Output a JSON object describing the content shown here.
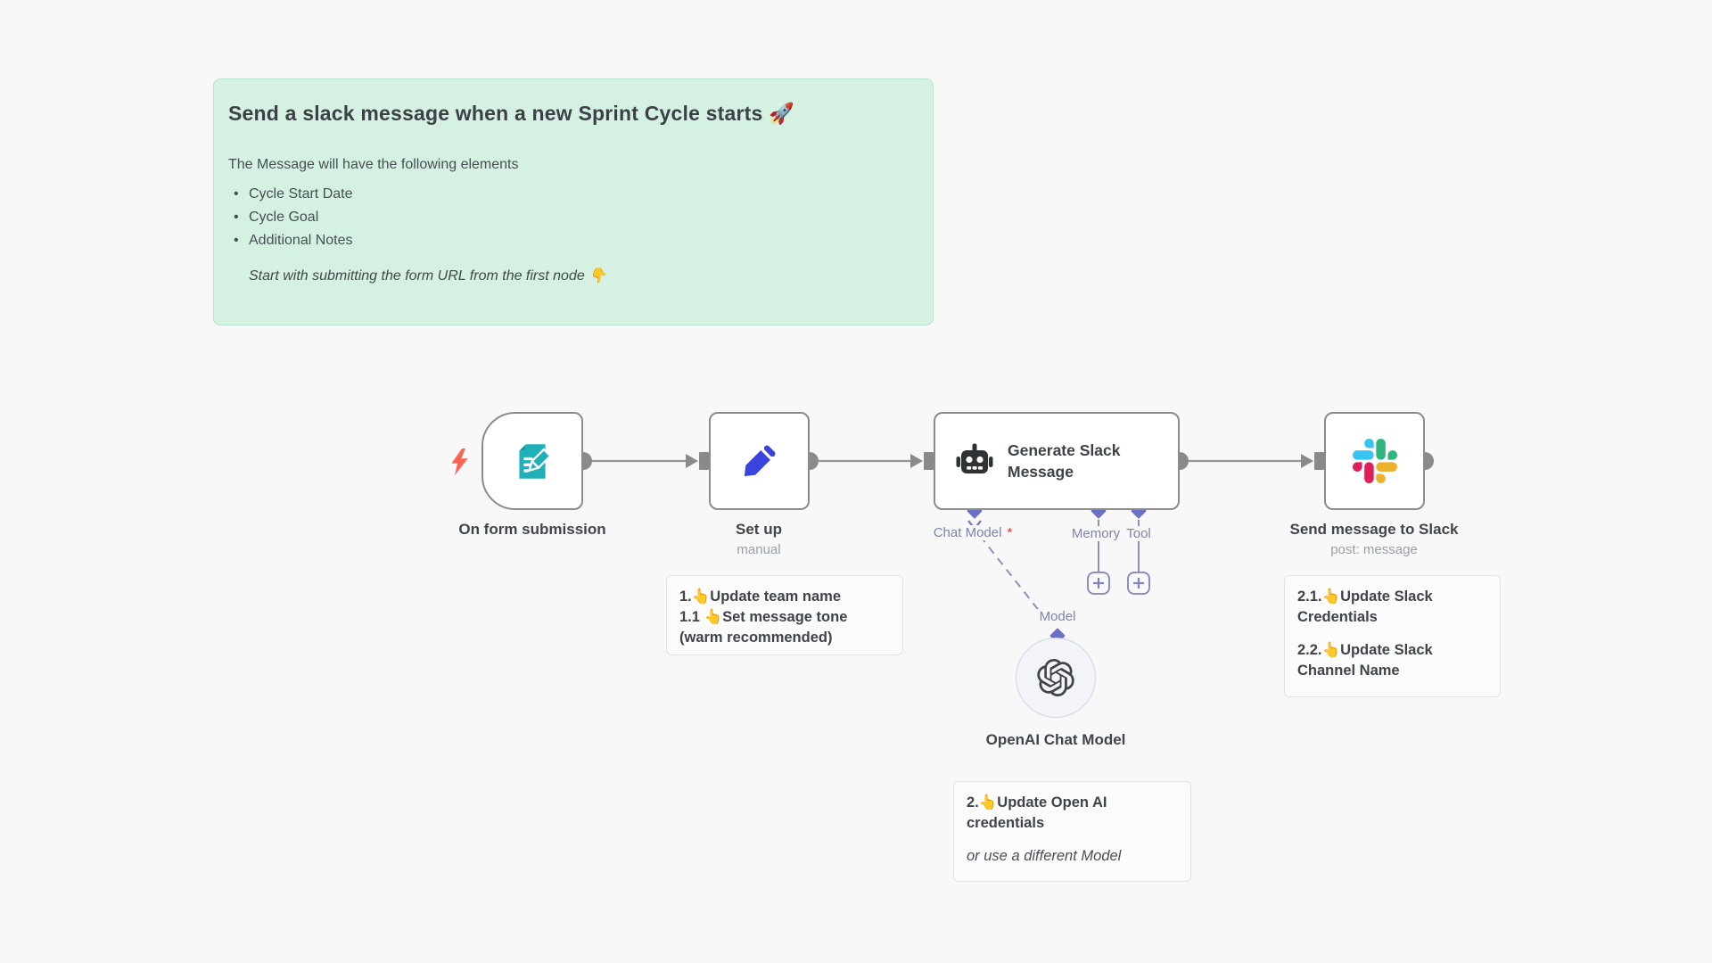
{
  "canvas": {
    "background": "#f7f8f7"
  },
  "main_note": {
    "title": "Send a slack message when a new Sprint Cycle starts 🚀",
    "intro": "The Message will have the following elements",
    "bullets": [
      "Cycle Start Date",
      "Cycle Goal",
      "Additional Notes"
    ],
    "footer": "Start with submitting the form URL from the first node 👇",
    "bg": "#d5f1e2",
    "border": "#b9e2d0"
  },
  "workflow": {
    "trigger": {
      "label": "On form submission",
      "icon": "form-icon"
    },
    "setup": {
      "label": "Set up",
      "sublabel": "manual",
      "icon": "pencil-icon"
    },
    "agent": {
      "title_line1": "Generate Slack",
      "title_line2": "Message",
      "icon": "robot-icon",
      "ports": {
        "chat_model": "Chat Model",
        "chat_model_required": "*",
        "memory": "Memory",
        "tool": "Tool"
      }
    },
    "model_port_label": "Model",
    "openai": {
      "label": "OpenAI Chat Model",
      "icon": "openai-icon"
    },
    "slack": {
      "label": "Send message to Slack",
      "sublabel": "post: message",
      "icon": "slack-icon"
    }
  },
  "notes": {
    "setup_note": {
      "line1": "1.👆Update team name",
      "line2": "1.1 👆Set message tone (warm recommended)"
    },
    "openai_note": {
      "line1": "2.👆Update Open AI credentials",
      "line2": "or use a different Model"
    },
    "slack_note": {
      "line1": "2.1.👆Update Slack Credentials",
      "line2": "2.2.👆Update Slack Channel Name"
    }
  },
  "colors": {
    "node_border": "#8b8b8b",
    "connection_gray": "#969696",
    "endpoint_gray": "#8a8a8a",
    "port_purple": "#6b70c5",
    "port_line_purple": "#8d90bd",
    "port_label": "#7e83ae",
    "trigger_bolt": "#ff6450",
    "form_teal": "#1fb0b9",
    "pencil_blue": "#3943dd",
    "robot_dark": "#2e3235",
    "openai_dark": "#40444a",
    "slack_blue": "#36C5F0",
    "slack_green": "#2EB67D",
    "slack_red": "#E01E5A",
    "slack_yellow": "#ECB22E",
    "required_red": "#e53935"
  }
}
